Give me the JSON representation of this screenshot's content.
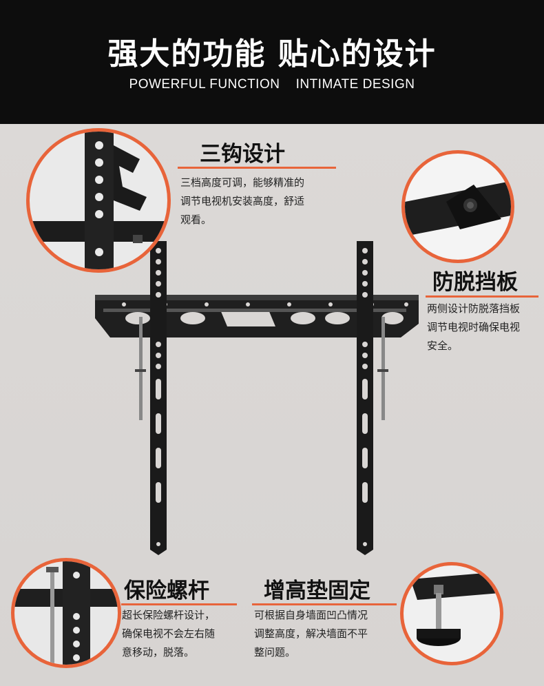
{
  "header": {
    "title": "强大的功能 贴心的设计",
    "subtitle": "POWERFUL FUNCTION    INTIMATE DESIGN"
  },
  "features": {
    "hooks": {
      "title": "三钩设计",
      "lines": [
        "三档高度可调，能够精准的",
        "调节电视机安装高度，舒适",
        "观看。"
      ]
    },
    "guard": {
      "title": "防脱挡板",
      "lines": [
        "两侧设计防脱落挡板",
        "调节电视时确保电视",
        "安全。"
      ]
    },
    "screw": {
      "title": "保险螺杆",
      "lines": [
        "超长保险螺杆设计，",
        "确保电视不会左右随",
        "意移动，脱落。"
      ]
    },
    "pad": {
      "title": "增高垫固定",
      "lines": [
        "可根据自身墙面凹凸情况",
        "调整高度，解决墙面不平",
        "整问题。"
      ]
    }
  },
  "colors": {
    "accent": "#e8643a",
    "header_bg": "#0d0d0d",
    "page_bg": "#d9d6d4",
    "metal": "#222222"
  },
  "icons": {
    "hooks_detail": "hook-bracket-closeup",
    "guard_detail": "guard-plate-closeup",
    "screw_detail": "safety-screw-closeup",
    "pad_detail": "spacer-pad-closeup",
    "product": "tv-wall-mount-bracket"
  }
}
